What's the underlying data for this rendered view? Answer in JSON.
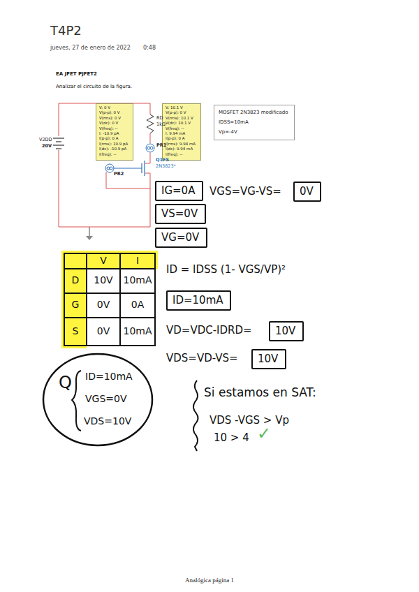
{
  "diagram": {
    "title": "T4P2",
    "nodes": [
      {
        "text": [
          "V: 0 V",
          "V(p-p): 0 V",
          "V(rms): 0 V",
          "V(dc): 0 V",
          "V(freq): --",
          "I: -10.9 pA",
          "I(p-p): 0 A",
          "I(rms): 10.9 pA",
          "I(dc): -10.9 pA",
          "I(freq): --"
        ]
      },
      {
        "text": [
          "V: 10.1 V",
          "V(p-p): 0 V",
          "V(rms): 10.1 V",
          "V(dc): 10.1 V",
          "V(freq): --",
          "I: 9.94 mA",
          "I(p-p): 0 A",
          "I(rms): 9.94 mA",
          "I(dc): 9.94 mA",
          "I(freq): --"
        ]
      },
      {
        "text": [
          "MOSFET 2N3823 modificado",
          "IDSS=10mA",
          "Vp=-4V"
        ]
      },
      {
        "text": [
          "IG=0A"
        ]
      },
      {
        "text": [
          "0V"
        ]
      },
      {
        "text": [
          "VS=0V"
        ]
      },
      {
        "text": [
          "VG=0V"
        ]
      },
      {
        "text": [
          "ID=10mA"
        ]
      },
      {
        "text": [
          "10V"
        ]
      },
      {
        "text": [
          "10V"
        ]
      },
      {
        "text": [
          "Q",
          "ID=10mA",
          "VGS=0V",
          "VDS=10V"
        ]
      }
    ],
    "labels": [
      "jueves, 27 de enero de 2022",
      "0:48",
      "EA JFET PJFET2",
      "Analizar el circuito de la figura.",
      "V2DD",
      "20V",
      "RD",
      "1kΩ",
      "PR1",
      "PR2",
      "Q1FS",
      "2N3823*",
      "VGS=VG-VS=",
      "V",
      "I",
      "D",
      "10V",
      "10mA",
      "G",
      "0V",
      "0A",
      "S",
      "0V",
      "10mA",
      "ID = IDSS (1- VGS/VP)²",
      "VD=VDC-IDRD=",
      "VDS=VD-VS=",
      "Si estamos en SAT:",
      "VDS -VGS > Vp",
      "10 > 4",
      "✓",
      "Analógica página 1"
    ]
  }
}
